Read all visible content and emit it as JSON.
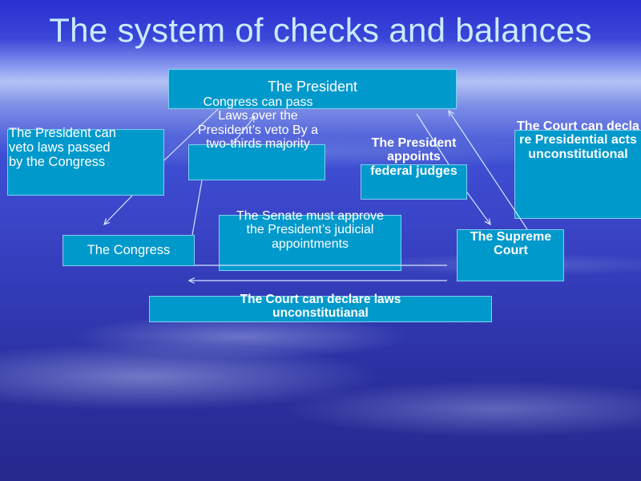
{
  "title": "The system of checks and balances",
  "nodes": {
    "president": "The President",
    "congress": "The Congress",
    "supreme_court": "The Supreme Court"
  },
  "checks": {
    "president_veto": "The President can veto laws passed by the Congress",
    "congress_override": "Congress can pass Laws  over the President’s veto By a two-thirds majority",
    "president_appoints": "The President appoints federal judges",
    "court_presidential": "The Court can declare Presidential acts unconstitutional",
    "senate_approve": "The Senate must approve the President’s judicial appointments",
    "court_laws": "The Court can declare laws unconstitutianal"
  },
  "colors": {
    "box_fill": "#0099cc",
    "box_border": "#7fd0f0",
    "title_text": "#c8ecff",
    "text": "#ffffff",
    "arrow": "#d8e4ff"
  }
}
